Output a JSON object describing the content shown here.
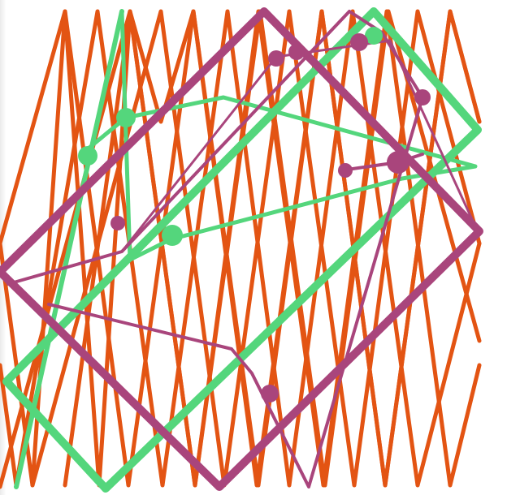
{
  "colors": {
    "orange": "#e35413",
    "green": "#54d67c",
    "magenta": "#a9457c",
    "background": "#ffffff"
  },
  "layers": [
    {
      "name": "orange-zigzag-lines",
      "color": "orange"
    },
    {
      "name": "green-polyline-shapes",
      "color": "green"
    },
    {
      "name": "magenta-polyline-shapes",
      "color": "magenta"
    }
  ]
}
